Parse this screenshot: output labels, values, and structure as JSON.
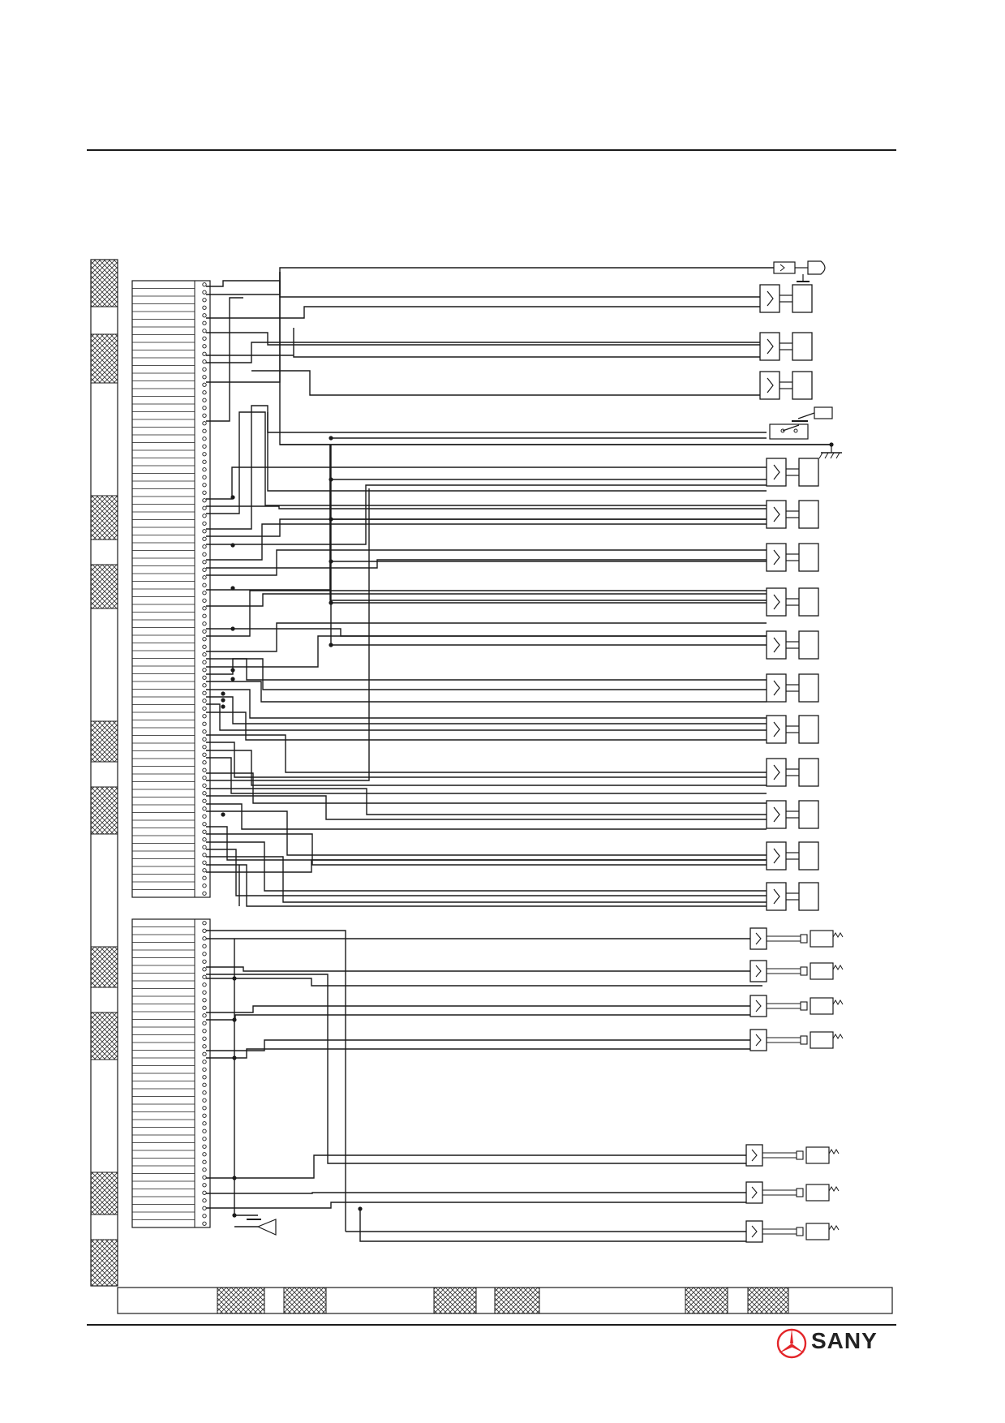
{
  "brand": {
    "name": "SANY",
    "accent": "#e3262a",
    "ink": "#1a1a1a"
  },
  "diagram": {
    "type": "wiring-schematic",
    "connector_top_pins": 80,
    "connector_bottom_pins": 40,
    "solenoid_count": 15,
    "sensor_top_count": 4,
    "sensor_bottom_count": 3
  },
  "icons": {
    "logo": "sany-triangle-logo-icon",
    "hatch": "crosshatch-pattern"
  }
}
